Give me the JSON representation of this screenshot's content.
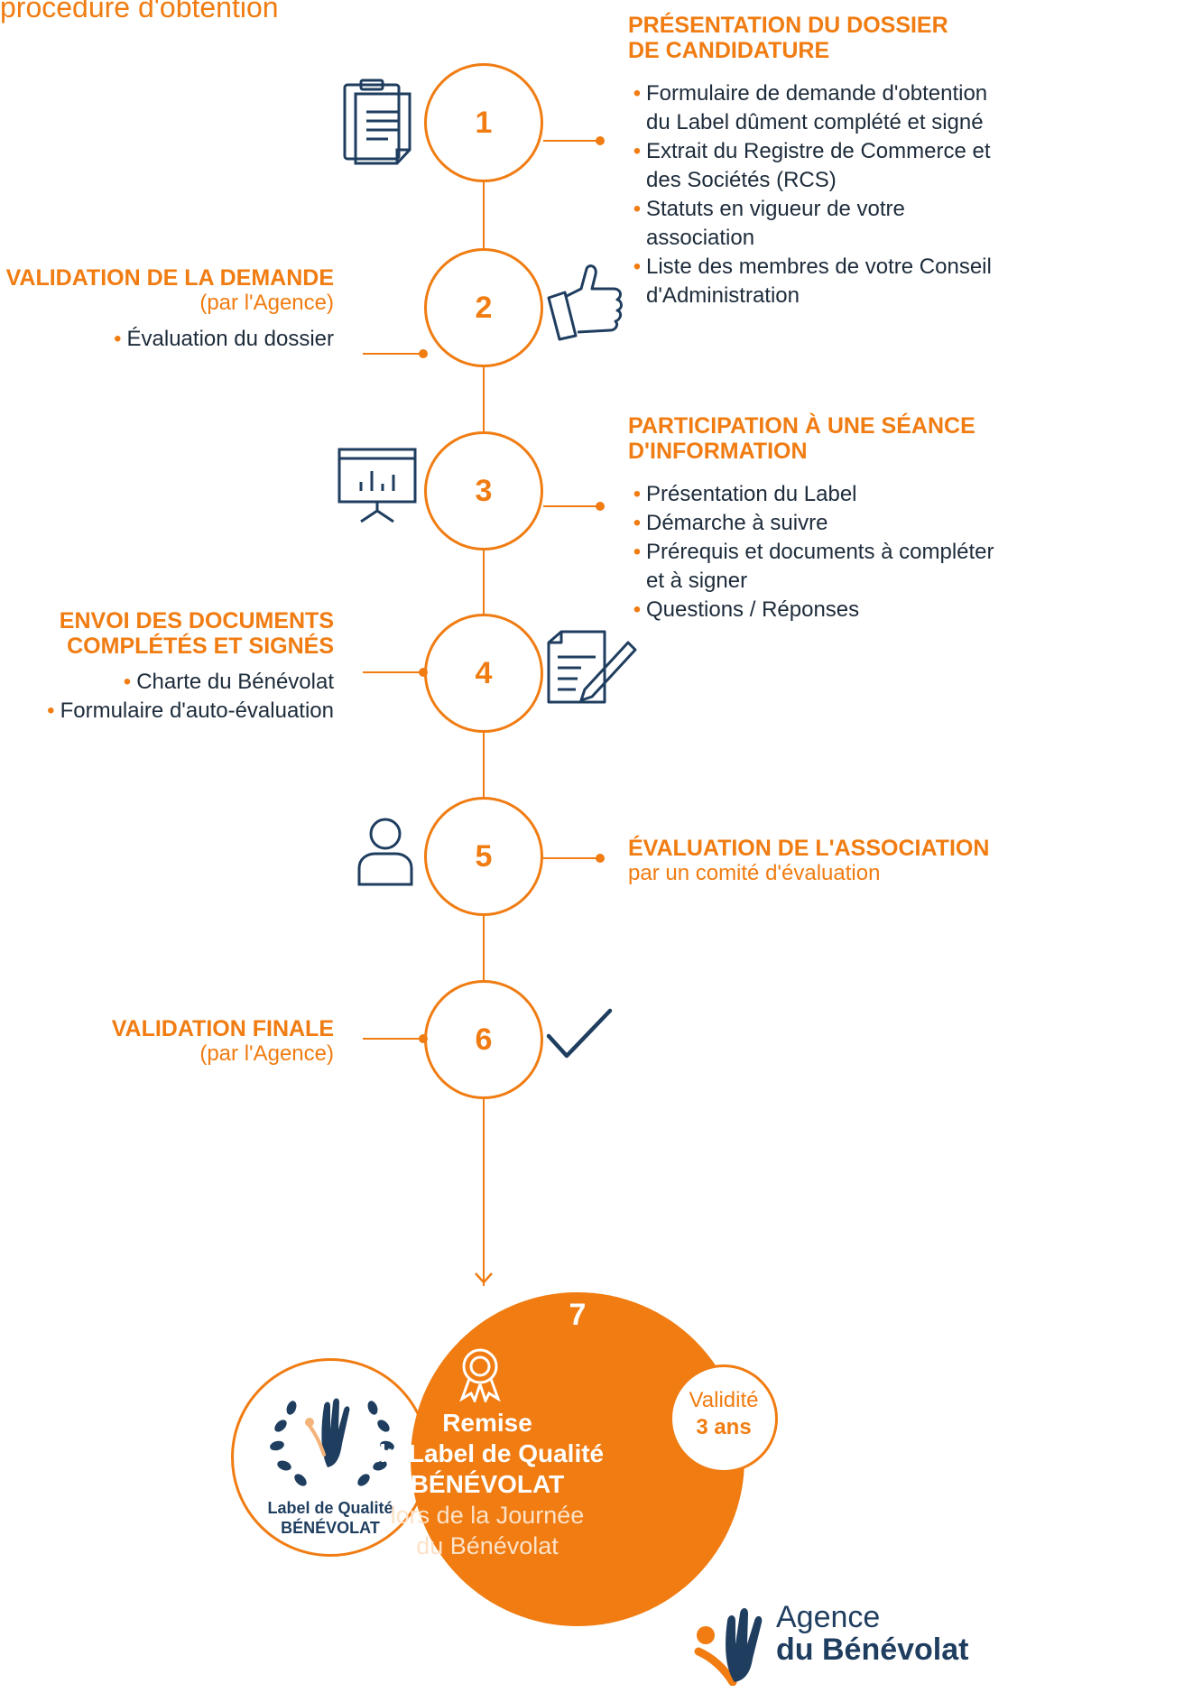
{
  "page_title": "procédure d'obtention",
  "steps": [
    {
      "number": "1",
      "title_lines": [
        "PRÉSENTATION DU DOSSIER",
        "DE CANDIDATURE"
      ],
      "items": [
        "Formulaire de demande d'obtention du Label dûment complété et signé",
        "Extrait du Registre de Commerce et des Sociétés (RCS)",
        "Statuts en vigueur de votre association",
        "Liste des membres de votre Conseil d'Administration"
      ]
    },
    {
      "number": "2",
      "title": "VALIDATION DE LA DEMANDE",
      "subtitle": "(par l'Agence)",
      "items": [
        "Évaluation du dossier"
      ]
    },
    {
      "number": "3",
      "title_lines": [
        "PARTICIPATION À UNE SÉANCE",
        "D'INFORMATION"
      ],
      "items": [
        "Présentation du Label",
        "Démarche à suivre",
        "Prérequis et documents à compléter et à signer",
        "Questions / Réponses"
      ]
    },
    {
      "number": "4",
      "title_lines": [
        "ENVOI DES DOCUMENTS",
        "COMPLÉTÉS ET SIGNÉS"
      ],
      "items": [
        "Charte du Bénévolat",
        "Formulaire d'auto-évaluation"
      ]
    },
    {
      "number": "5",
      "title": "ÉVALUATION DE L'ASSOCIATION",
      "subtitle": "par un comité d'évaluation"
    },
    {
      "number": "6",
      "title": "VALIDATION FINALE",
      "subtitle": "(par l'Agence)"
    }
  ],
  "final": {
    "number": "7",
    "line1": "Remise",
    "line2": "du Label de Qualité",
    "line3": "BÉNÉVOLAT",
    "line4": "lors de la Journée",
    "line5": "du Bénévolat"
  },
  "validity": {
    "label": "Validité",
    "value": "3 ans"
  },
  "label_badge": {
    "line1": "Label de Qualité",
    "line2": "BÉNÉVOLAT"
  },
  "logo": {
    "line1": "Agence",
    "line2": "du Bénévolat"
  },
  "colors": {
    "accent": "#f07c12",
    "navy": "#1f3e5f",
    "text": "#1d2b3a"
  },
  "icons": [
    "clipboard-icon",
    "thumbs-up-icon",
    "presentation-board-icon",
    "signed-document-icon",
    "user-icon",
    "checkmark-icon",
    "award-ribbon-icon",
    "laurel-hand-icon",
    "agency-hand-logo-icon"
  ]
}
